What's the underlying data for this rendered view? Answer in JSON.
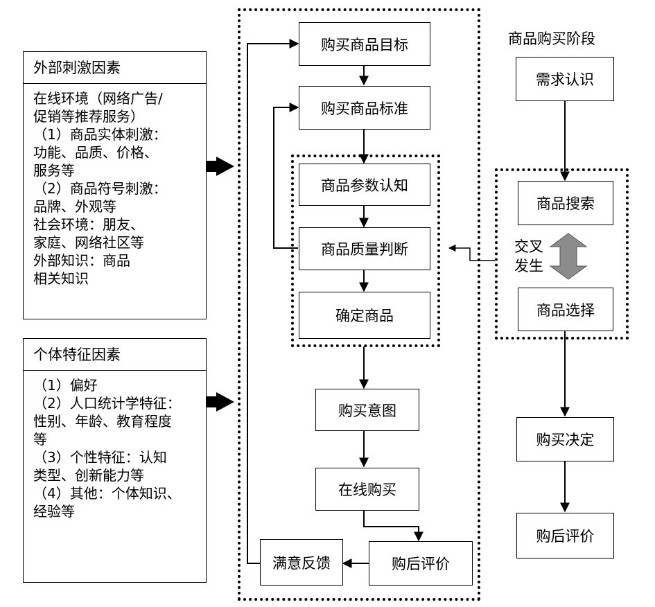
{
  "external_panel": {
    "title": "外部刺激因素",
    "body": "在线环境（网络广告/\n促销等推荐服务）\n（1）商品实体刺激：\n功能、品质、价格、\n服务等\n（2）商品符号刺激：\n品牌、外观等\n社会环境：朋友、\n家庭、网络社区等\n外部知识：商品\n相关知识"
  },
  "individual_panel": {
    "title": "个体特征因素",
    "body": "（1）偏好\n（2）人口统计学特征：\n性别、年龄、教育程度\n等\n（3）个性特征：认知\n类型、创新能力等\n（4）其他：个体知识、\n经验等"
  },
  "center_flow": {
    "goal": "购买商品目标",
    "standard": "购买商品标准",
    "param": "商品参数认知",
    "quality": "商品质量判断",
    "confirm": "确定商品",
    "intent": "购买意图",
    "online": "在线购买",
    "eval": "购后评价",
    "feedback": "满意反馈"
  },
  "stages": {
    "heading": "商品购买阶段",
    "need": "需求认识",
    "search": "商品搜索",
    "cross_line1": "交叉",
    "cross_line2": "发生",
    "select": "商品选择",
    "decision": "购买决定",
    "post": "购后评价"
  }
}
